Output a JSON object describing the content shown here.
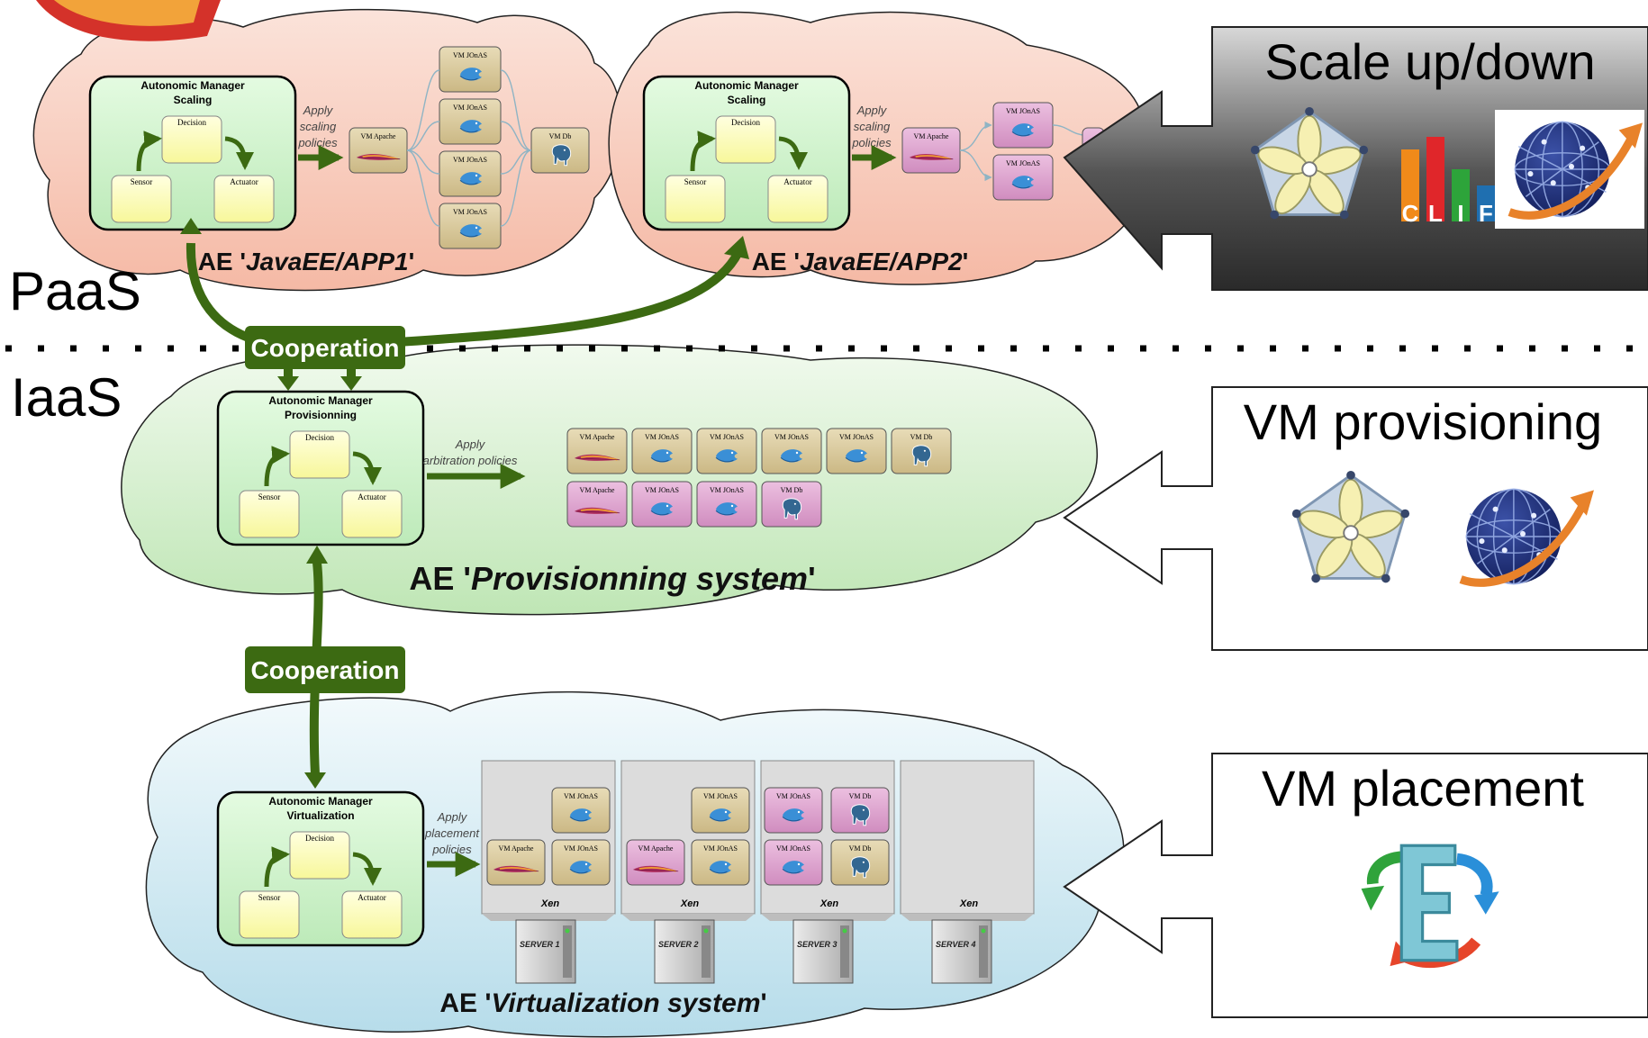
{
  "layers": {
    "paas": "PaaS",
    "iaas": "IaaS"
  },
  "cooperation": [
    "Cooperation",
    "Cooperation"
  ],
  "managers": {
    "m1": {
      "title1": "Autonomic Manager",
      "title2": "Scaling",
      "decision": "Decision",
      "sensor": "Sensor",
      "actuator": "Actuator"
    },
    "m2": {
      "title1": "Autonomic Manager",
      "title2": "Scaling",
      "decision": "Decision",
      "sensor": "Sensor",
      "actuator": "Actuator"
    },
    "m3": {
      "title1": "Autonomic Manager",
      "title2": "Provisionning",
      "decision": "Decision",
      "sensor": "Sensor",
      "actuator": "Actuator"
    },
    "m4": {
      "title1": "Autonomic Manager",
      "title2": "Virtualization",
      "decision": "Decision",
      "sensor": "Sensor",
      "actuator": "Actuator"
    }
  },
  "apply": {
    "a1": [
      "Apply",
      "scaling",
      "policies"
    ],
    "a2": [
      "Apply",
      "scaling",
      "policies"
    ],
    "a3": [
      "Apply",
      "arbitration policies"
    ],
    "a4": [
      "Apply",
      "placement",
      "policies"
    ]
  },
  "ae": {
    "app1": {
      "prefix": "AE '",
      "name": "JavaEE/APP1",
      "suffix": "'"
    },
    "app2": {
      "prefix": "AE '",
      "name": "JavaEE/APP2",
      "suffix": "'"
    },
    "prov": {
      "prefix": "AE '",
      "name": "Provisionning system",
      "suffix": "'"
    },
    "virt": {
      "prefix": "AE '",
      "name": "Virtualization system",
      "suffix": "'"
    }
  },
  "vm": {
    "apache": "VM Apache",
    "jonas": "VM JOnAS",
    "db": "VM Db"
  },
  "xen": "Xen",
  "servers": [
    "SERVER 1",
    "SERVER 2",
    "SERVER 3",
    "SERVER 4"
  ],
  "panels": {
    "scale": "Scale up/down",
    "provisioning": "VM provisioning",
    "placement": "VM placement",
    "clif": [
      "C",
      "L",
      "I",
      "F"
    ]
  },
  "icons": {
    "apache": "apache-feather-icon",
    "jonas": "jonas-fish-icon",
    "db": "postgres-elephant-icon",
    "jasmine": "jasmine-flower-icon",
    "globe": "globe-orbit-icon",
    "entropy": "entropy-logo-icon"
  },
  "colors": {
    "paas_cloud": "#f7c4b3",
    "iaas_cloud": "#cdebc6",
    "virt_cloud": "#c7e3ef",
    "manager": "#c9f0c6",
    "sensor": "#fdfdb0",
    "vm_tan": "#d9c89e",
    "vm_pink": "#dca0cc",
    "arrow_green": "#3c6a12",
    "panel_dark": "#444444"
  }
}
